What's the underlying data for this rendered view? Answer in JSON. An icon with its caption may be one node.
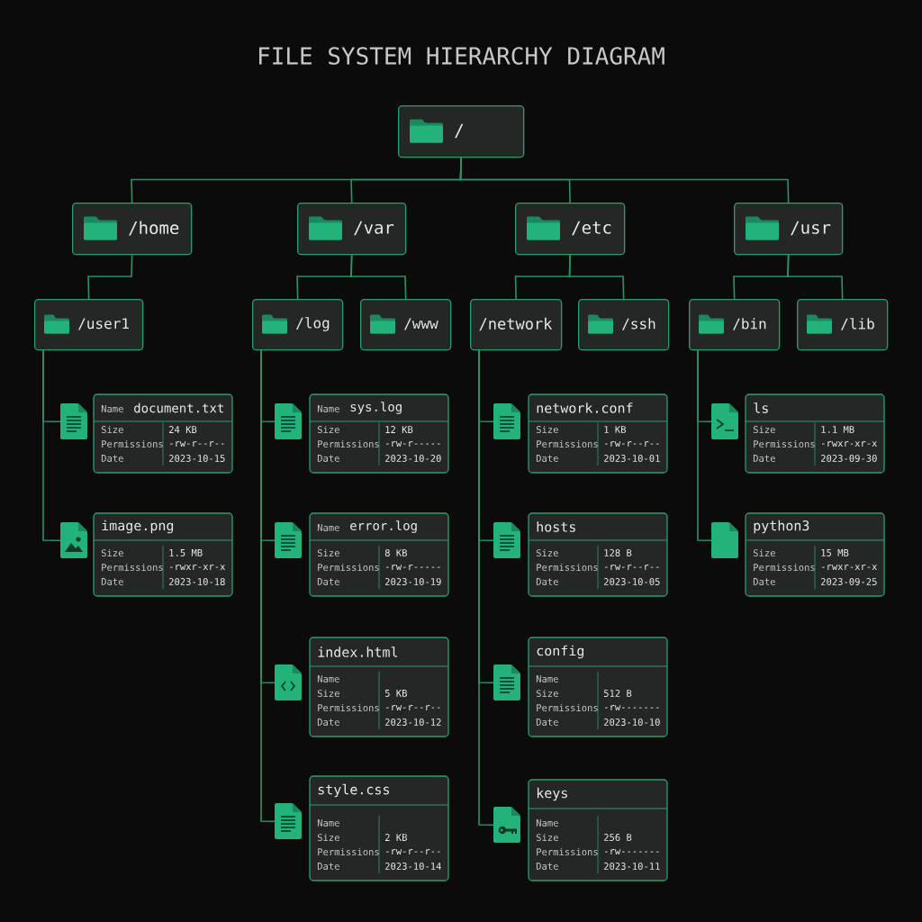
{
  "diagram": {
    "title": "FILE SYSTEM HIERARCHY DIAGRAM",
    "nodes": [
      {
        "text": [
          "/"
        ]
      },
      {
        "text": [
          "/home"
        ]
      },
      {
        "text": [
          "/var"
        ]
      },
      {
        "text": [
          "/etc"
        ]
      },
      {
        "text": [
          "/usr"
        ]
      },
      {
        "text": [
          "/user1"
        ]
      },
      {
        "text": [
          "/log"
        ]
      },
      {
        "text": [
          "/www"
        ]
      },
      {
        "text": [
          "/network"
        ]
      },
      {
        "text": [
          "/ssh"
        ]
      },
      {
        "text": [
          "/bin"
        ]
      },
      {
        "text": [
          "/lib"
        ]
      },
      {
        "text": [
          "Name",
          "document.txt",
          "Size",
          "24 KB",
          "Permissions",
          "-rw-r--r--",
          "Date",
          "2023-10-15"
        ]
      },
      {
        "text": [
          "image.png",
          "Size",
          "1.5 MB",
          "Permissions",
          "-rwxr-xr-x",
          "Date",
          "2023-10-18"
        ]
      },
      {
        "text": [
          "Name",
          "sys.log",
          "Size",
          "12 KB",
          "Permissions",
          "-rw-r-----",
          "Date",
          "2023-10-20"
        ]
      },
      {
        "text": [
          "Name",
          "error.log",
          "Size",
          "8 KB",
          "Permissions",
          "-rw-r-----",
          "Date",
          "2023-10-19"
        ]
      },
      {
        "text": [
          "index.html",
          "Name",
          "Size",
          "5 KB",
          "Permissions",
          "-rw-r--r--",
          "Date",
          "2023-10-12"
        ]
      },
      {
        "text": [
          "style.css",
          "Name",
          "Size",
          "2 KB",
          "Permissions",
          "-rw-r--r--",
          "Date",
          "2023-10-14"
        ]
      },
      {
        "text": [
          "network.conf",
          "Size",
          "1 KB",
          "Permissions",
          "-rw-r--r--",
          "Date",
          "2023-10-01"
        ]
      },
      {
        "text": [
          "hosts",
          "Size",
          "128 B",
          "Permissions",
          "-rw-r--r--",
          "Date",
          "2023-10-05"
        ]
      },
      {
        "text": [
          "config",
          "Name",
          "Size",
          "512 B",
          "Permissions",
          "-rw-------",
          "Date",
          "2023-10-10"
        ]
      },
      {
        "text": [
          "keys",
          "Name",
          "Size",
          "256 B",
          "Permissions",
          "-rw-------",
          "Date",
          "2023-10-11"
        ]
      },
      {
        "text": [
          "ls",
          "Size",
          "1.1 MB",
          "Permissions",
          "-rwxr-xr-x",
          "Date",
          "2023-09-30"
        ]
      },
      {
        "text": [
          "python3",
          "Size",
          "15 MB",
          "Permissions",
          "-rwxr-xr-x",
          "Date",
          "2023-09-25"
        ]
      }
    ],
    "edges": [
      {
        "from": 0,
        "to": 1,
        "arrow": "none"
      },
      {
        "from": 0,
        "to": 2,
        "arrow": "none"
      },
      {
        "from": 0,
        "to": 3,
        "arrow": "none"
      },
      {
        "from": 0,
        "to": 4,
        "arrow": "none"
      },
      {
        "from": 1,
        "to": 5,
        "arrow": "none"
      },
      {
        "from": 2,
        "to": 6,
        "arrow": "none"
      },
      {
        "from": 2,
        "to": 7,
        "arrow": "none"
      },
      {
        "from": 3,
        "to": 8,
        "arrow": "none"
      },
      {
        "from": 3,
        "to": 9,
        "arrow": "none"
      },
      {
        "from": 4,
        "to": 10,
        "arrow": "none"
      },
      {
        "from": 4,
        "to": 11,
        "arrow": "none"
      },
      {
        "from": 5,
        "to": 12,
        "arrow": "none"
      },
      {
        "from": 5,
        "to": 13,
        "arrow": "none"
      },
      {
        "from": 6,
        "to": 14,
        "arrow": "none"
      },
      {
        "from": 6,
        "to": 15,
        "arrow": "none"
      },
      {
        "from": 6,
        "to": 16,
        "arrow": "none"
      },
      {
        "from": 6,
        "to": 17,
        "arrow": "none"
      },
      {
        "from": 8,
        "to": 18,
        "arrow": "none"
      },
      {
        "from": 8,
        "to": 19,
        "arrow": "none"
      },
      {
        "from": 8,
        "to": 20,
        "arrow": "none"
      },
      {
        "from": 8,
        "to": 21,
        "arrow": "none"
      },
      {
        "from": 10,
        "to": 22,
        "arrow": "none"
      },
      {
        "from": 10,
        "to": 23,
        "arrow": "none"
      }
    ]
  }
}
